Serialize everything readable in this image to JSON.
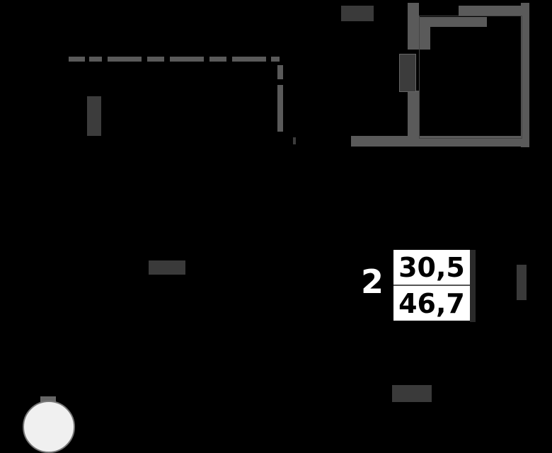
{
  "floor_plan": {
    "background": "#000000",
    "wall_color": "#5a5a5a",
    "unit": {
      "rooms": "2",
      "living_area": "30,5",
      "total_area": "46,7"
    },
    "dimension_labels": {
      "top": "",
      "left": "",
      "center": "",
      "right": "",
      "bottom": "",
      "side_room": ""
    },
    "compass": {
      "label": ""
    }
  }
}
